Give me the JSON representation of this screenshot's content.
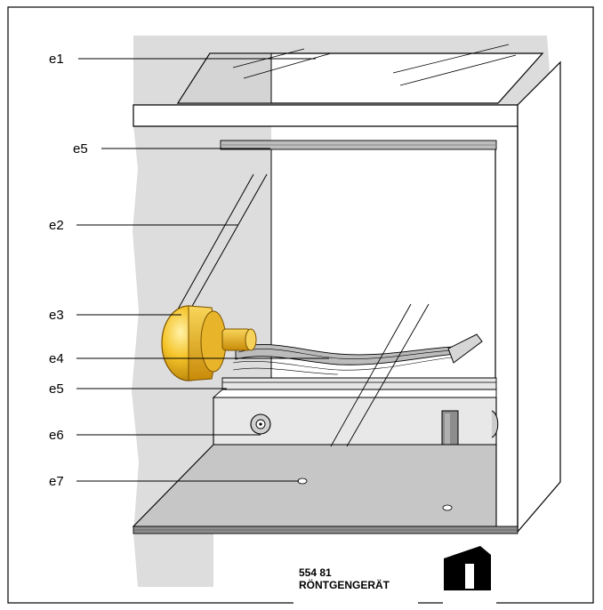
{
  "labels": [
    "e1",
    "e5",
    "e2",
    "e3",
    "e4",
    "e5",
    "e6",
    "e7"
  ],
  "nameplate": {
    "number": "554 81",
    "name": "RÖNTGENGERÄT"
  },
  "colors": {
    "panel_gray": "#dddddd",
    "floor_gray": "#c6c6c6",
    "slot_gray": "#e6e6e6",
    "socket_gold": "#f2b81c",
    "line": "#000000"
  },
  "icons": {
    "logo": "leybold-logo-icon"
  }
}
